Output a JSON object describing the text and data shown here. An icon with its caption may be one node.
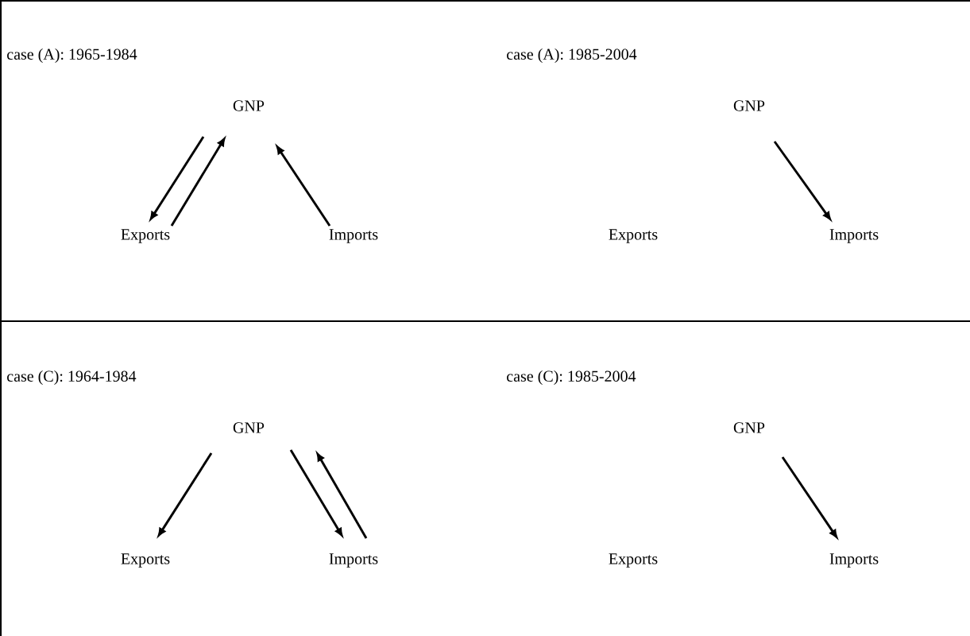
{
  "diagram": {
    "nodes": [
      {
        "text": [
          "GNP"
        ]
      },
      {
        "text": [
          "Exports"
        ]
      },
      {
        "text": [
          "Imports"
        ]
      },
      {
        "text": [
          "GNP"
        ]
      },
      {
        "text": [
          "Exports"
        ]
      },
      {
        "text": [
          "Imports"
        ]
      },
      {
        "text": [
          "GNP"
        ]
      },
      {
        "text": [
          "Exports"
        ]
      },
      {
        "text": [
          "Imports"
        ]
      },
      {
        "text": [
          "GNP"
        ]
      },
      {
        "text": [
          "Exports"
        ]
      },
      {
        "text": [
          "Imports"
        ]
      }
    ],
    "edges": [
      {
        "from": 0,
        "to": 1,
        "arrow": "to"
      },
      {
        "from": 1,
        "to": 0,
        "arrow": "to"
      },
      {
        "from": 2,
        "to": 0,
        "arrow": "to"
      },
      {
        "from": 3,
        "to": 5,
        "arrow": "to"
      },
      {
        "from": 6,
        "to": 7,
        "arrow": "to"
      },
      {
        "from": 6,
        "to": 8,
        "arrow": "to"
      },
      {
        "from": 8,
        "to": 6,
        "arrow": "to"
      },
      {
        "from": 9,
        "to": 11,
        "arrow": "to"
      }
    ],
    "labels": [
      "case (A): 1965-1984",
      "case (A): 1985-2004",
      "case (C): 1964-1984",
      "case (C): 1985-2004"
    ]
  }
}
